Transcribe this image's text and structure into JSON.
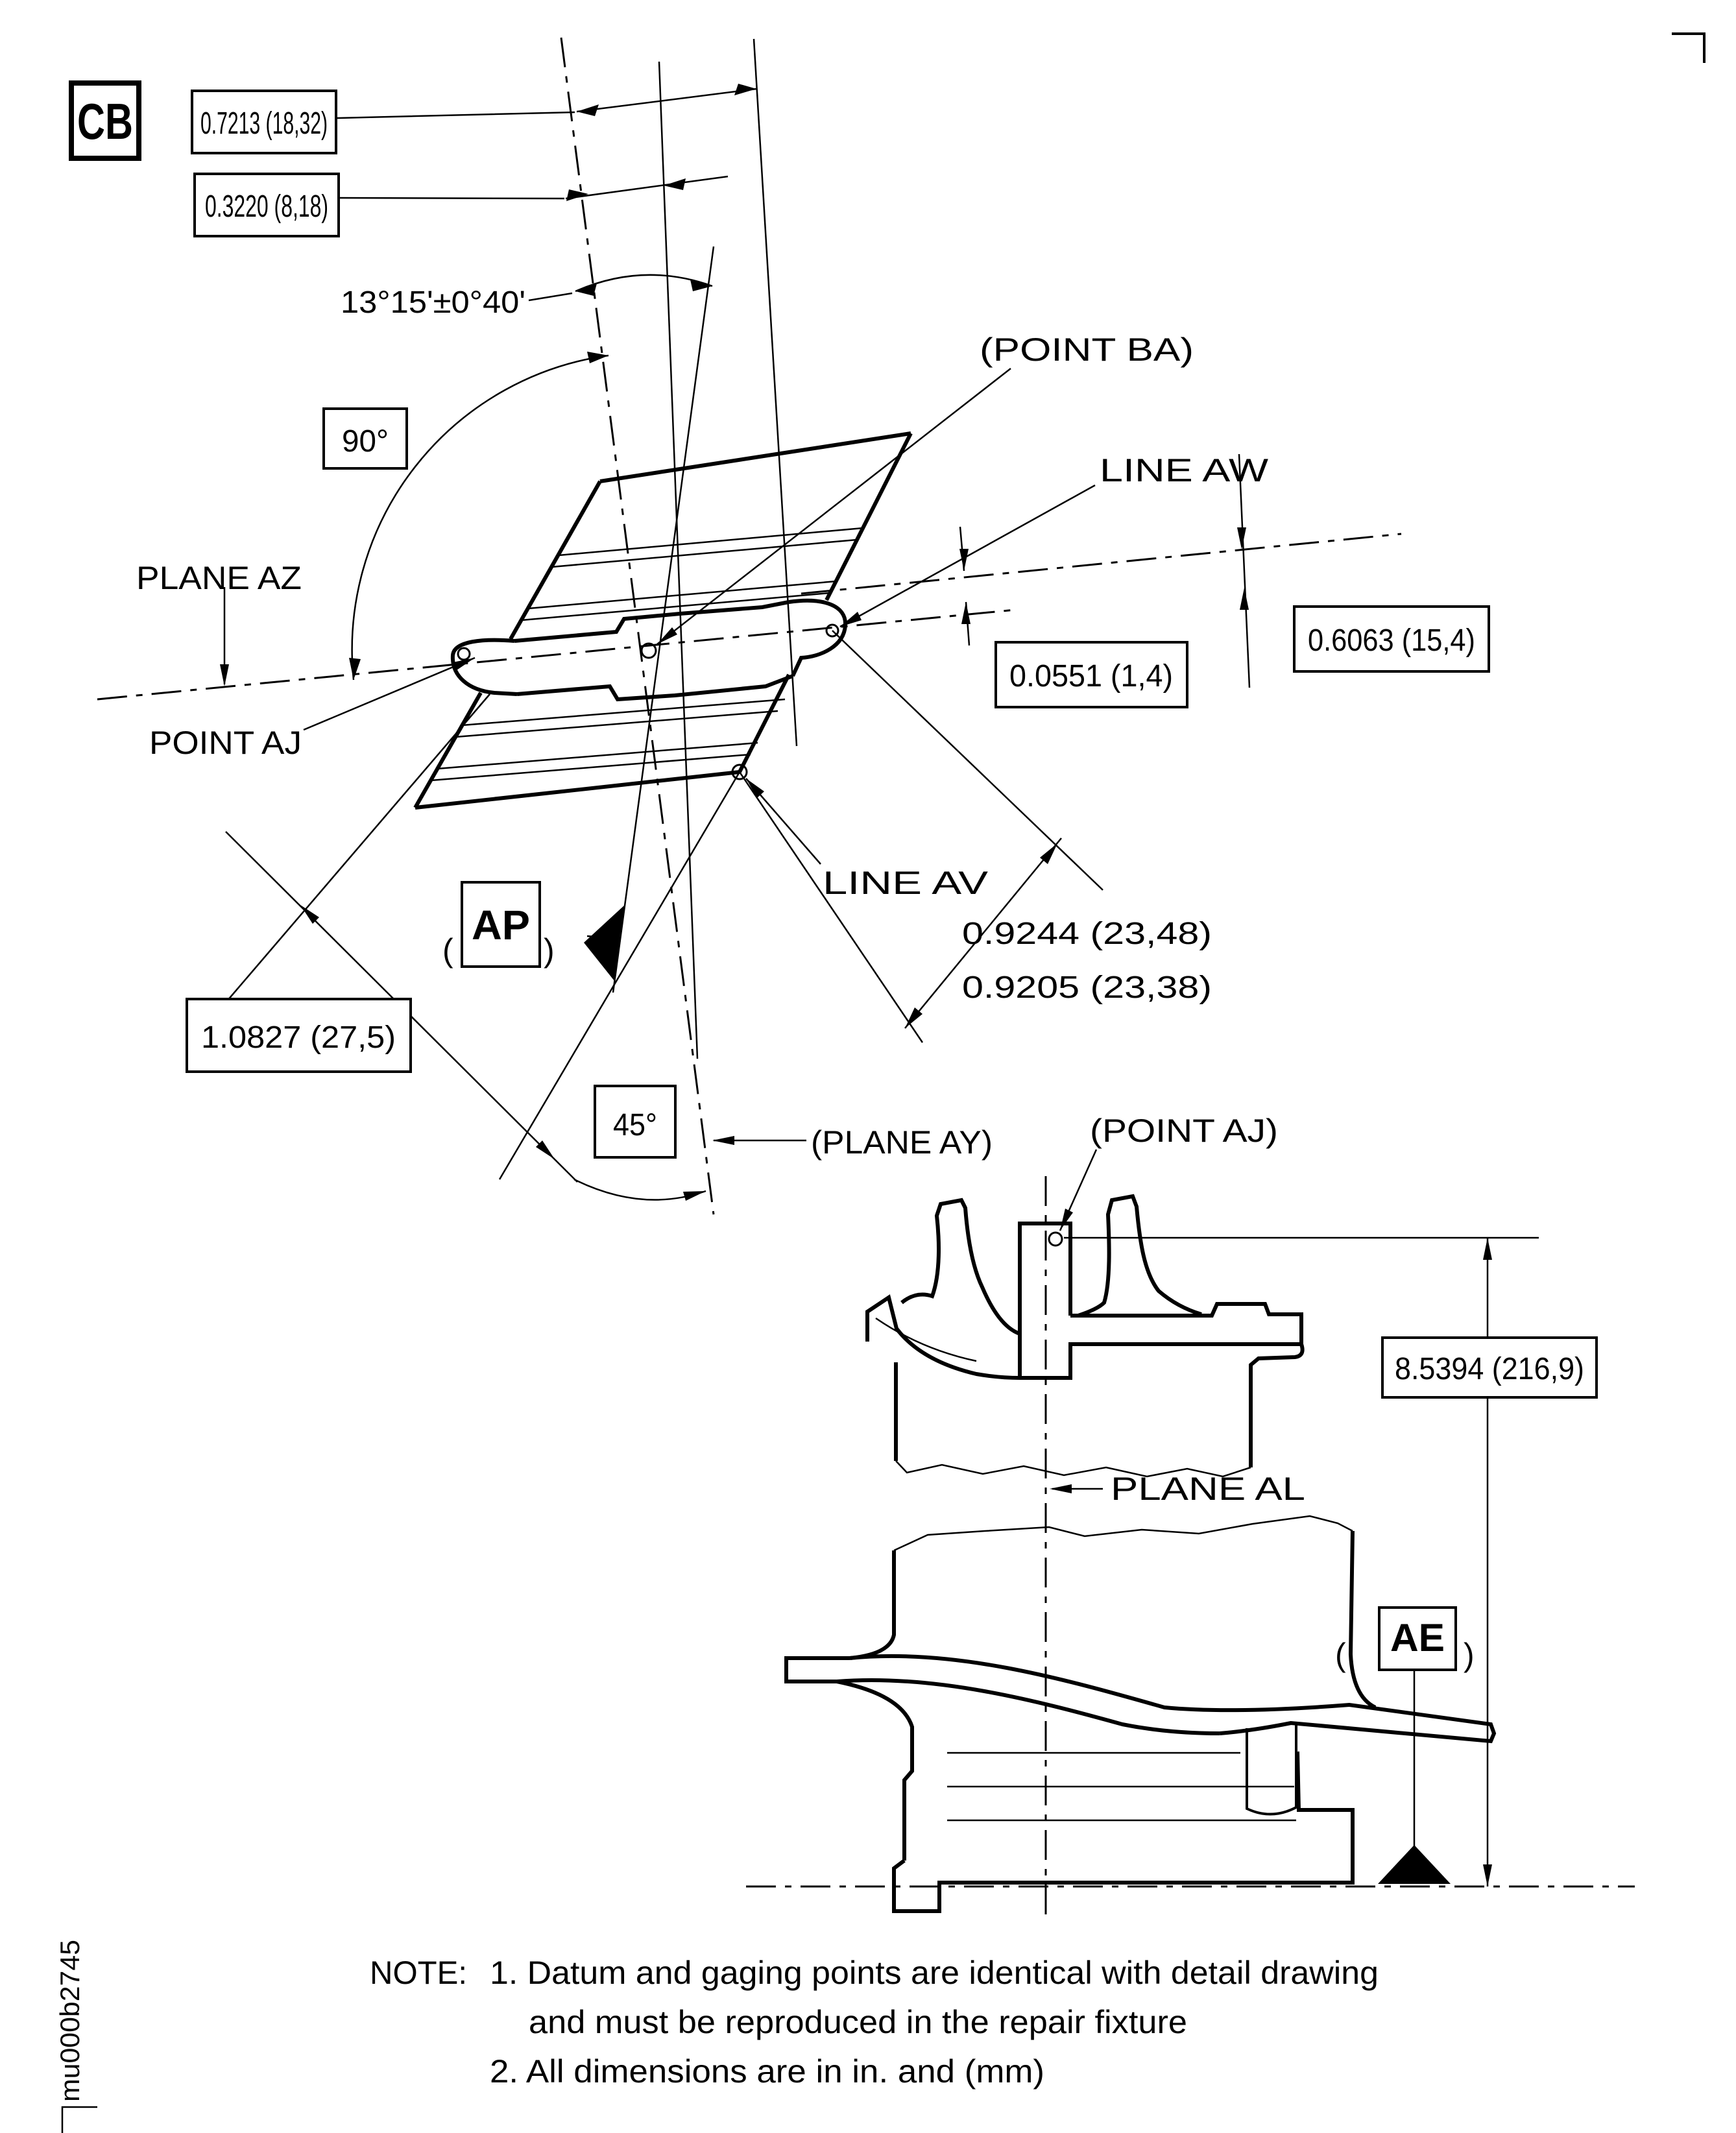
{
  "drawing": {
    "datum_reference_flag": "CB",
    "figure_code": "mu000b2745",
    "upper_view": {
      "dims": {
        "d_0_7213": "0.7213 (18,32)",
        "d_0_3220": "0.3220 (8,18)",
        "angle_13": "13°15'±0°40'",
        "angle_90": "90°",
        "d_0_0551": "0.0551 (1,4)",
        "d_0_6063": "0.6063 (15,4)",
        "d_0_9244": "0.9244 (23,48)",
        "d_0_9205": "0.9205 (23,38)",
        "d_1_0827": "1.0827 (27,5)",
        "angle_45": "45°"
      },
      "labels": {
        "plane_az": "PLANE AZ",
        "point_aj": "POINT AJ",
        "point_ba": "(POINT BA)",
        "line_aw": "LINE AW",
        "line_av": "LINE AV",
        "plane_ay": "(PLANE AY)",
        "datum_ap": "AP",
        "paren_open": "(",
        "paren_close": ")"
      }
    },
    "lower_view": {
      "dims": {
        "d_8_5394": "8.5394 (216,9)"
      },
      "labels": {
        "point_aj": "(POINT AJ)",
        "plane_al": "PLANE AL",
        "datum_ae": "AE",
        "paren_open": "(",
        "paren_close": ")"
      }
    },
    "note": {
      "heading": "NOTE:",
      "item1_line1": "1. Datum and gaging points are identical with detail drawing",
      "item1_line2": "and must be reproduced in the repair fixture",
      "item2": "2. All dimensions are in in. and (mm)"
    }
  }
}
